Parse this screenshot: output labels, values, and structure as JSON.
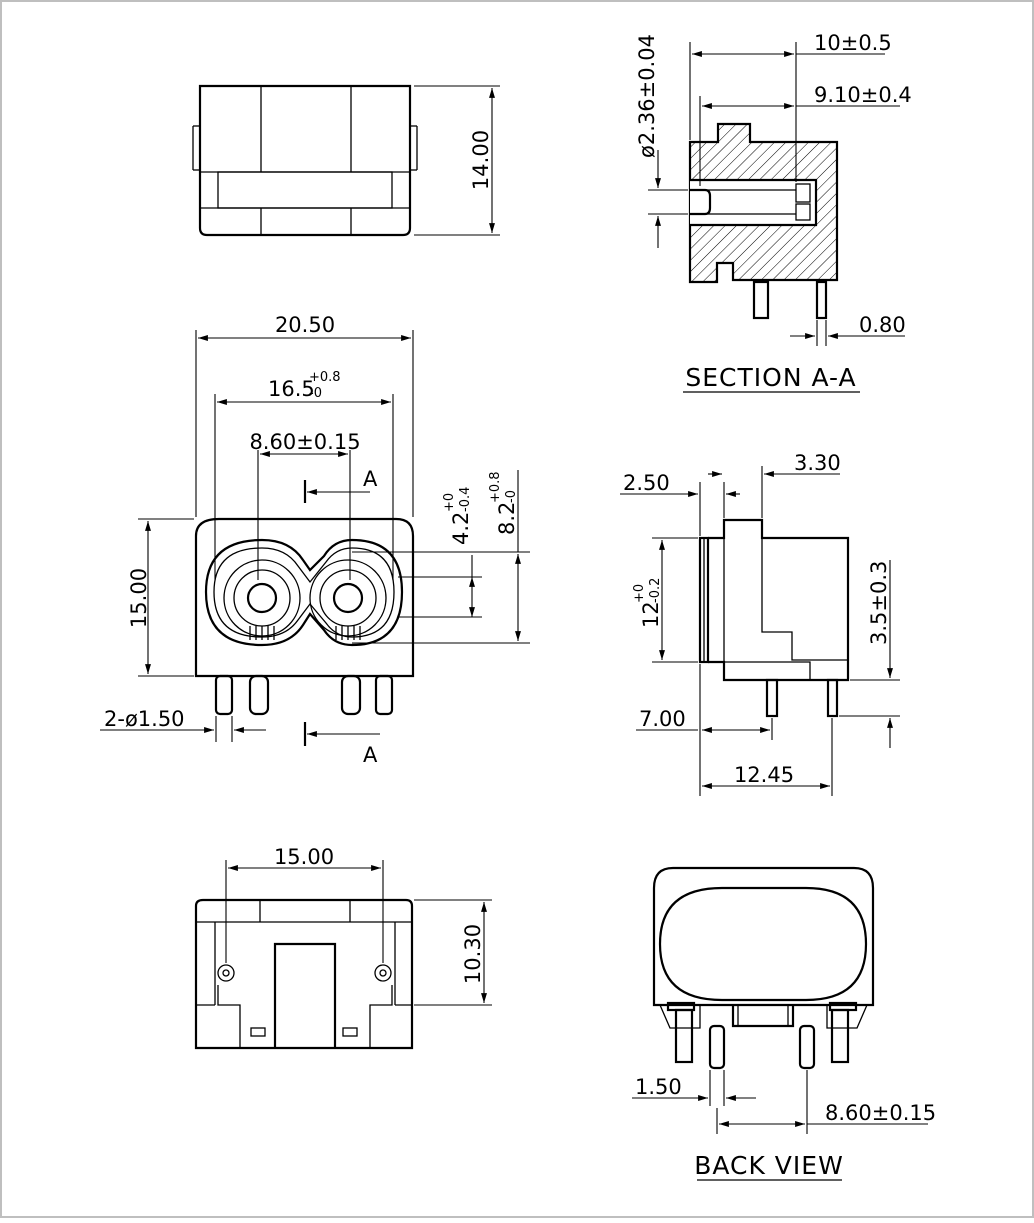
{
  "views": {
    "top": {
      "dim_height": "14.00"
    },
    "front": {
      "dim_width": "20.50",
      "dim_inner_width": "16.5",
      "dim_inner_tol_upper": "+0.8",
      "dim_inner_tol_lower": "-0",
      "dim_pin_spacing": "8.60±0.15",
      "dim_height": "15.00",
      "dim_slot_a": "4.2",
      "dim_slot_a_tol_upper": "+0",
      "dim_slot_a_tol_lower": "-0.4",
      "dim_slot_b": "8.2",
      "dim_slot_b_tol_upper": "+0.8",
      "dim_slot_b_tol_lower": "-0",
      "dim_pin_dia": "2-ø1.50",
      "section_marker_top": "A",
      "section_marker_bottom": "A"
    },
    "bottom": {
      "dim_width": "15.00",
      "dim_height": "10.30"
    },
    "section": {
      "title": "SECTION A-A",
      "dim_depth": "10±0.5",
      "dim_inner_depth": "9.10±0.4",
      "dim_pin_dia": "ø2.36±0.04",
      "dim_pin_thickness": "0.80"
    },
    "side": {
      "dim_offset": "2.50",
      "dim_step": "3.30",
      "dim_height": "12",
      "dim_height_tol_upper": "+0",
      "dim_height_tol_lower": "-0.2",
      "dim_pin_length": "3.5±0.3",
      "dim_pin_pos": "7.00",
      "dim_depth": "12.45"
    },
    "back": {
      "title": "BACK VIEW",
      "dim_pin_width": "1.50",
      "dim_pin_spacing": "8.60±0.15"
    }
  }
}
